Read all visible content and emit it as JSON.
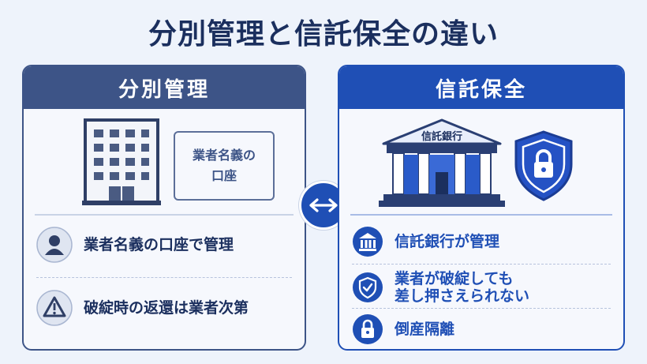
{
  "title": "分別管理と信託保全の違い",
  "left": {
    "header": "分別管理",
    "account_box": {
      "line1": "業者名義の",
      "line2": "口座"
    },
    "rows": [
      {
        "icon": "person-icon",
        "text": "業者名義の口座で管理"
      },
      {
        "icon": "warning-icon",
        "text": "破綻時の返還は業者次第"
      }
    ]
  },
  "right": {
    "header": "信託保全",
    "bank_label": "信託銀行",
    "rows": [
      {
        "icon": "bank-icon",
        "line1": "信託銀行が管理"
      },
      {
        "icon": "shield-check-icon",
        "line1": "業者が破綻しても",
        "line2": "差し押さえられない"
      },
      {
        "icon": "lock-icon",
        "line1": "倒産隔離"
      }
    ]
  },
  "colors": {
    "left_accent": "#3d5487",
    "right_accent": "#1f4fb5",
    "title": "#1b2f5e",
    "background": "#eef3fb"
  }
}
